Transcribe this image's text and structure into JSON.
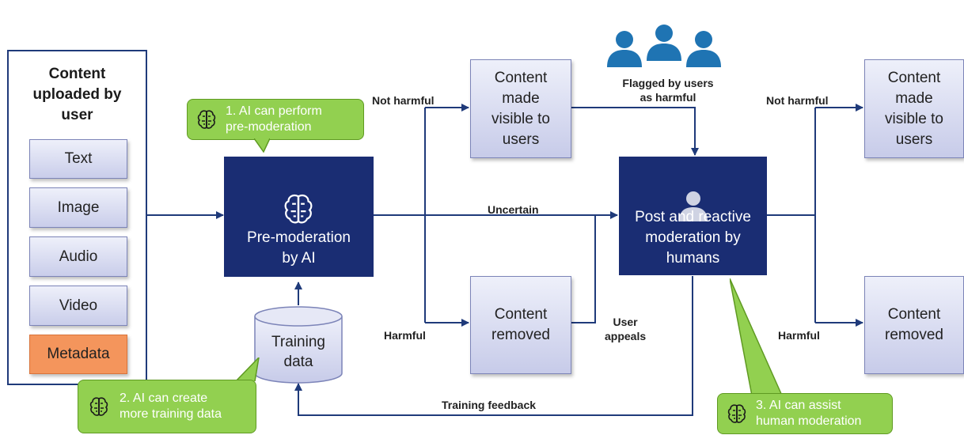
{
  "source": {
    "title": "Content\nuploaded by\nuser",
    "items": [
      "Text",
      "Image",
      "Audio",
      "Video",
      "Metadata"
    ]
  },
  "callouts": {
    "c1": "1. AI can perform\npre-moderation",
    "c2": "2. AI can create\nmore training data",
    "c3": "3. AI can assist\nhuman moderation"
  },
  "nodes": {
    "premod": "Pre-moderation\nby AI",
    "training": "Training\ndata",
    "visible1": "Content\nmade\nvisible to\nusers",
    "removed1": "Content\nremoved",
    "postmod": "Post and reactive\nmoderation by\nhumans",
    "visible2": "Content\nmade\nvisible to\nusers",
    "removed2": "Content\nremoved"
  },
  "labels": {
    "not_harmful_1": "Not harmful",
    "harmful_1": "Harmful",
    "uncertain": "Uncertain",
    "flagged": "Flagged by users\nas harmful",
    "user_appeals": "User\nappeals",
    "not_harmful_2": "Not harmful",
    "harmful_2": "Harmful",
    "training_feedback": "Training feedback"
  },
  "icons": [
    "brain-icon",
    "person-icon",
    "users-group-icon",
    "database-icon"
  ],
  "colors": {
    "dark_box": "#1a2d73",
    "light_box": "#c7cbe9",
    "metadata": "#f4955c",
    "callout": "#92d050",
    "arrow": "#1f3a7a",
    "people": "#1f74b3"
  }
}
